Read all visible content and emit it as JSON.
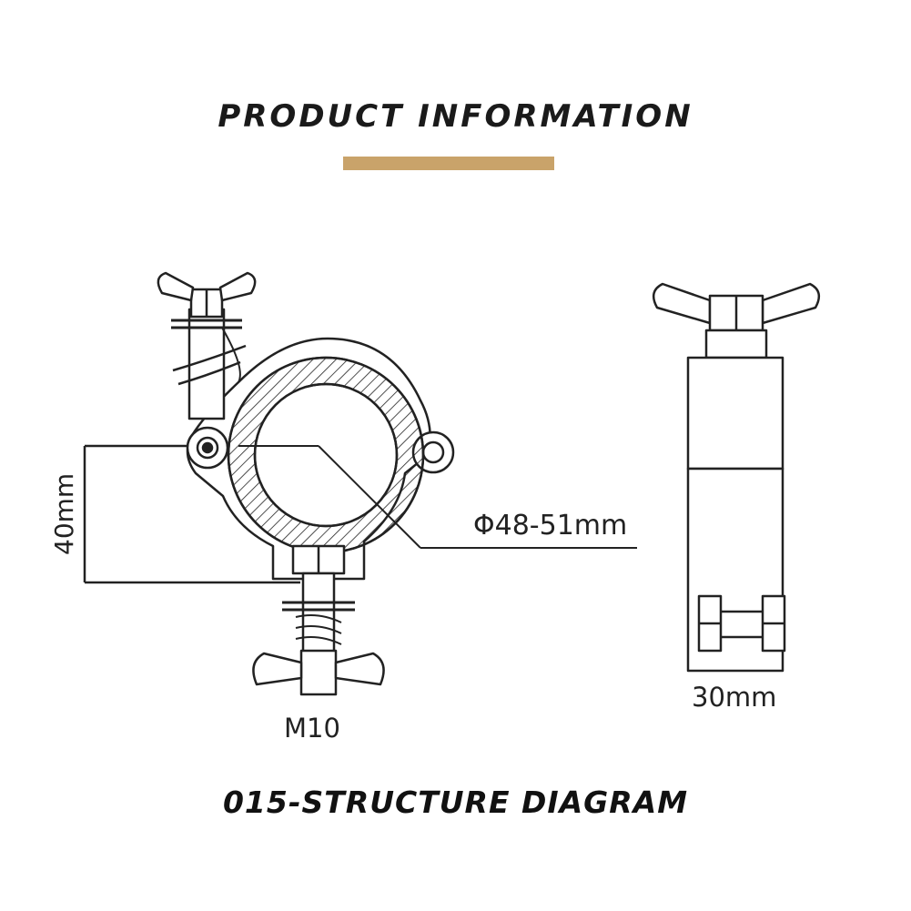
{
  "header": {
    "title": "PRODUCT INFORMATION",
    "accent_color": "#c9a36a"
  },
  "diagram": {
    "diameter_label": "Φ48-51mm",
    "height_label": "40mm",
    "bolt_label": "M10",
    "width_label": "30mm",
    "line_color": "#222222"
  },
  "footer": {
    "caption": "015-STRUCTURE DIAGRAM"
  }
}
